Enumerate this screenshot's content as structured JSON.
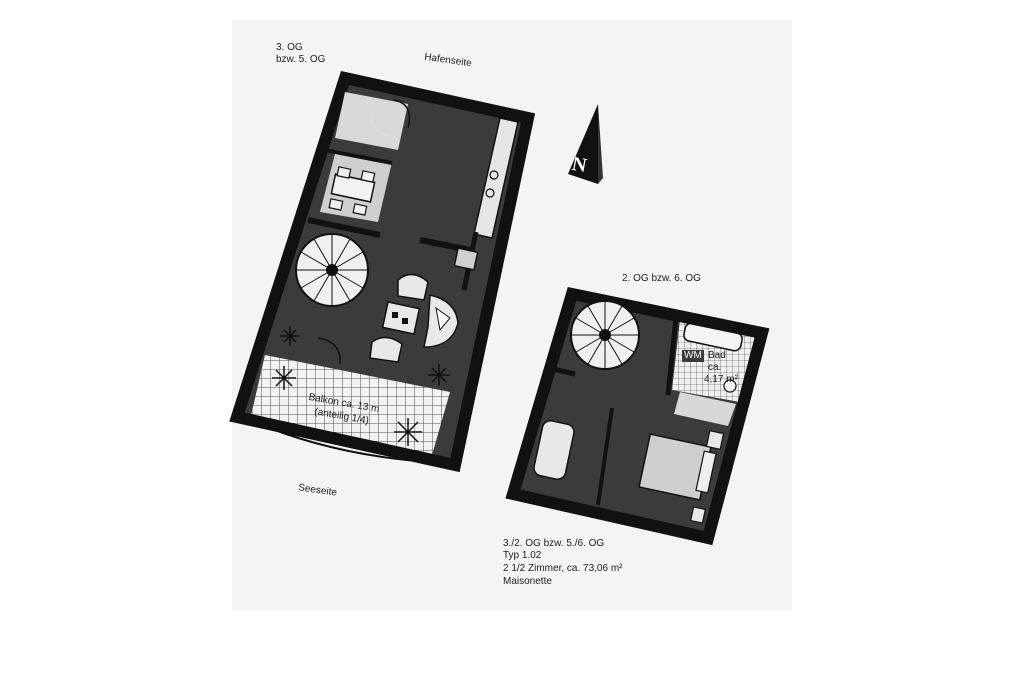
{
  "upper_floor": {
    "level_line1": "3. OG",
    "level_line2": "bzw. 5. OG",
    "north_side": "Hafenseite",
    "south_side": "Seeseite",
    "balcony_line1": "Balkon ca. 13 m",
    "balcony_line2": "(anteilig 1/4)"
  },
  "lower_floor": {
    "level": "2. OG bzw. 6. OG",
    "washer": "WM",
    "bath_line1": "Bad",
    "bath_line2": "ca.",
    "bath_line3": "4,17 m²"
  },
  "compass": {
    "label": "N"
  },
  "unit_info": {
    "line1": "3./2. OG bzw. 5./6. OG",
    "line2": "Typ 1.02",
    "line3": "2 1/2 Zimmer, ca. 73,06 m²",
    "line4": "Maisonette"
  },
  "colors": {
    "wall": "#111111",
    "floor": "#3b3b3b",
    "tile": "#f2f2f2"
  }
}
